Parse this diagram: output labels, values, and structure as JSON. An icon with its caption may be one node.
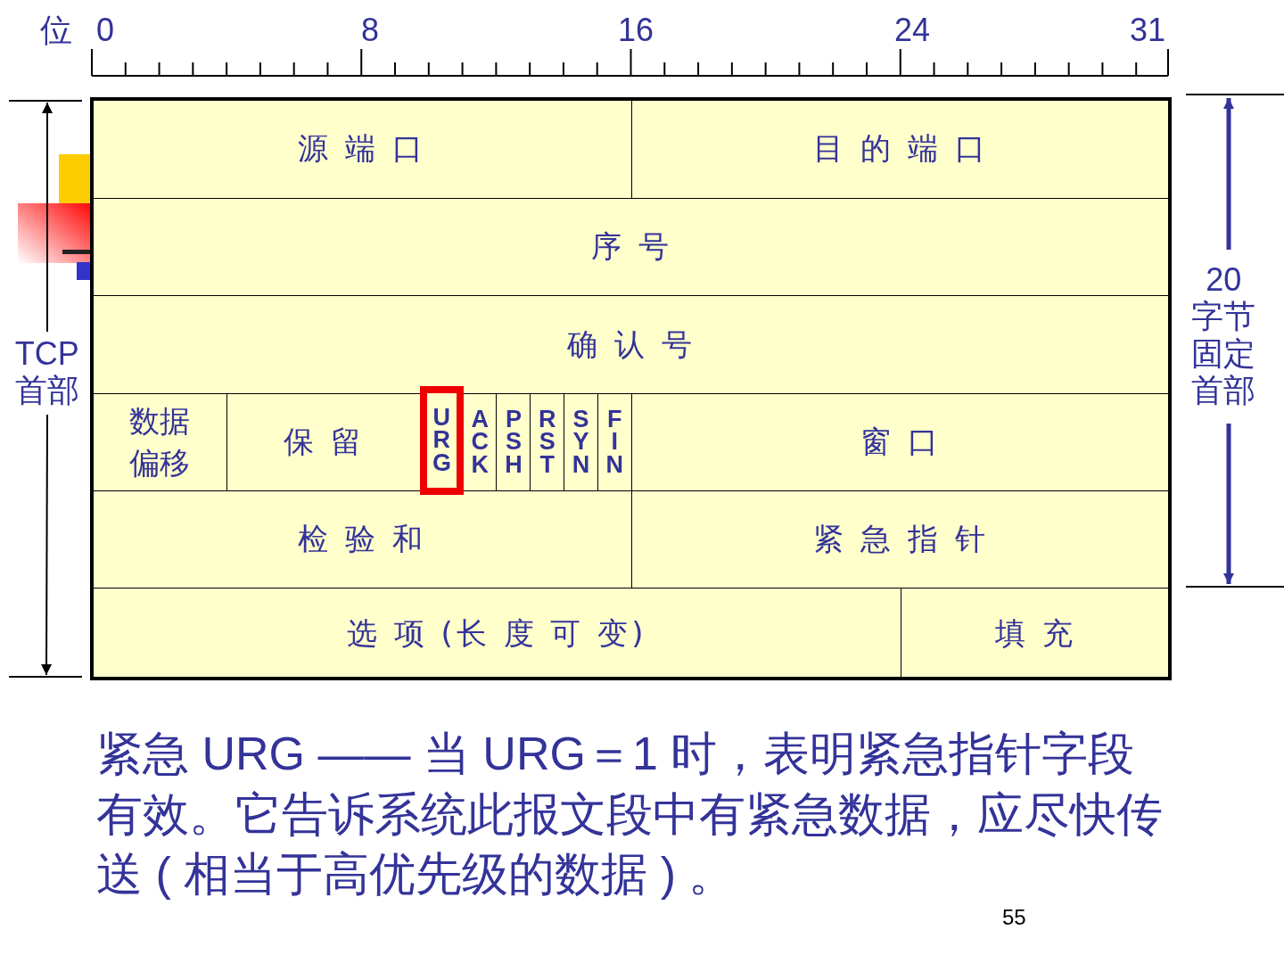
{
  "diagram": {
    "nodes": [
      {
        "text": [
          "源 端 口"
        ]
      },
      {
        "text": [
          "目 的 端 口"
        ]
      },
      {
        "text": [
          "序 号"
        ]
      },
      {
        "text": [
          "确 认 号"
        ]
      },
      {
        "text": [
          "数据偏移"
        ]
      },
      {
        "text": [
          "保 留"
        ]
      },
      {
        "text": [
          "URG"
        ]
      },
      {
        "text": [
          "ACK"
        ]
      },
      {
        "text": [
          "PSH"
        ]
      },
      {
        "text": [
          "RST"
        ]
      },
      {
        "text": [
          "SYN"
        ]
      },
      {
        "text": [
          "FIN"
        ]
      },
      {
        "text": [
          "窗 口"
        ]
      },
      {
        "text": [
          "检 验 和"
        ]
      },
      {
        "text": [
          "紧 急 指 针"
        ]
      },
      {
        "text": [
          "选 项 (长 度 可 变)"
        ]
      },
      {
        "text": [
          "填 充"
        ]
      }
    ],
    "labels": [
      "位",
      "0",
      "8",
      "16",
      "24",
      "31",
      "TCP首部",
      "20字节固定首部",
      "紧急 URG —— 当 URG＝1 时，表明紧急指针字段有效。它告诉系统此报文段中有紧急数据，应尽快传送 ( 相当于高优先级的数据 ) 。",
      "55"
    ]
  }
}
